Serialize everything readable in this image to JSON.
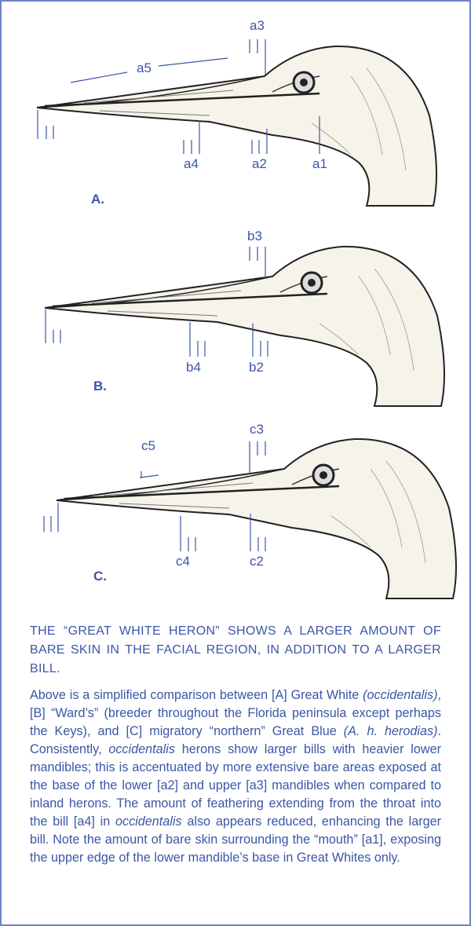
{
  "panels": [
    {
      "id": "A.",
      "labels": {
        "a1": "a1",
        "a2": "a2",
        "a3": "a3",
        "a4": "a4",
        "a5": "a5"
      }
    },
    {
      "id": "B.",
      "labels": {
        "b2": "b2",
        "b3": "b3",
        "b4": "b4"
      }
    },
    {
      "id": "C.",
      "labels": {
        "c2": "c2",
        "c3": "c3",
        "c4": "c4",
        "c5": "c5"
      }
    }
  ],
  "caption": {
    "headline": "THE “GREAT WHITE HERON” SHOWS A LARGER AMOUNT OF BARE SKIN IN THE FACIAL REGION, IN ADDITION TO A LARGER BILL.",
    "body": [
      {
        "t": "Above is a simplified comparison between [A] Great White "
      },
      {
        "t": "(occidentalis)",
        "i": true
      },
      {
        "t": ", [B] “Ward’s” (breeder throughout the Florida peninsula except perhaps the Keys), and [C] migratory “northern” Great Blue "
      },
      {
        "t": "(A. h. herodias)",
        "i": true
      },
      {
        "t": ". Consistently, "
      },
      {
        "t": "occidentalis",
        "i": true
      },
      {
        "t": " herons show larger bills with heavier lower mandibles; this is accentuated by more extensive bare areas exposed at the base of the lower [a2] and upper [a3] mandibles when compared to inland herons. The amount of feathering extending from the throat into the bill [a4] in "
      },
      {
        "t": "occidentalis",
        "i": true
      },
      {
        "t": " also appears reduced, enhancing the larger bill. Note the amount of bare skin surrounding the “mouth” [a1], exposing the upper edge of the lower mandible’s base in Great Whites only."
      }
    ]
  },
  "colors": {
    "accent": "#3b56a6",
    "border": "#7083c4",
    "head_fill": "#f6f3ea"
  }
}
